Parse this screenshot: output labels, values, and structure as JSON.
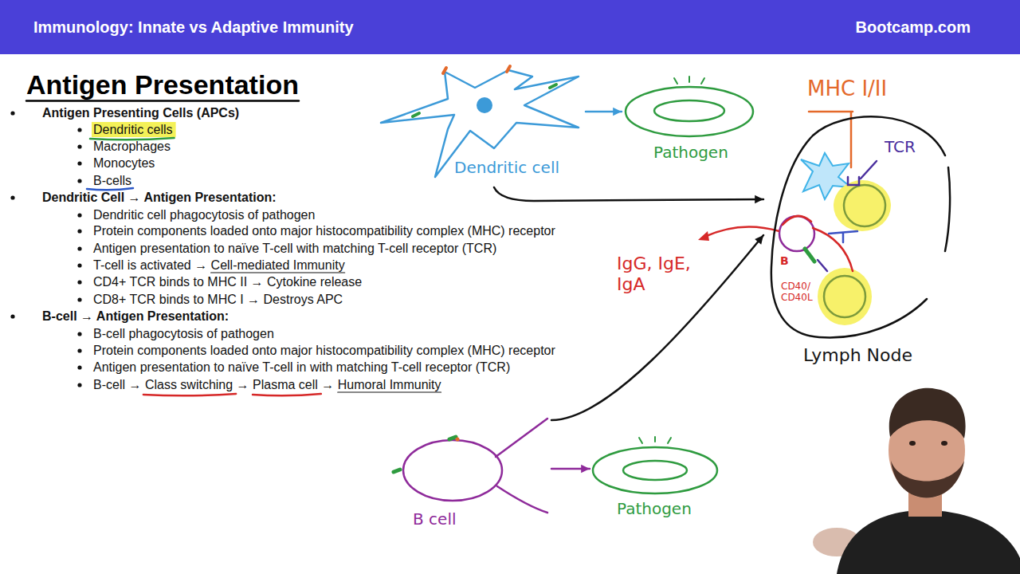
{
  "diagram": {
    "title": "Antigen Presentation",
    "nodes": [
      {
        "text": [
          "Dendritic cell"
        ]
      },
      {
        "text": [
          "Pathogen"
        ]
      },
      {
        "text": [
          "Lymph Node"
        ]
      },
      {
        "text": [
          "B cell"
        ]
      },
      {
        "text": [
          "Pathogen"
        ]
      }
    ],
    "edges": [
      {
        "from": 0,
        "to": 1,
        "arrow": "to"
      },
      {
        "from": 0,
        "to": 2,
        "arrow": "to"
      },
      {
        "from": 3,
        "to": 4,
        "arrow": "to"
      },
      {
        "from": 3,
        "to": 2,
        "arrow": "to"
      }
    ],
    "labels": [
      "Immunology: Innate vs Adaptive Immunity",
      "Bootcamp.com",
      "Antigen Presenting Cells (APCs)",
      "Dendritic cells",
      "Macrophages",
      "Monocytes",
      "B-cells",
      "Dendritic Cell → Antigen Presentation:",
      "Dendritic cell phagocytosis of pathogen",
      "Protein components loaded onto major histocompatibility complex (MHC) receptor",
      "Antigen presentation to naïve T-cell with matching T-cell receptor (TCR)",
      "T-cell is activated → Cell-mediated Immunity",
      "CD4+ TCR binds to MHC II → Cytokine release",
      "CD8+ TCR binds to MHC I → Destroys APC",
      "B-cell → Antigen Presentation:",
      "B-cell phagocytosis of pathogen",
      "Protein components loaded onto major histocompatibility complex (MHC) receptor",
      "Antigen presentation to naïve T-cell in with matching T-cell receptor (TCR)",
      "B-cell → Class switching → Plasma cell → Humoral Immunity",
      "MHC I/II",
      "TCR",
      "IgG, IgE, IgA",
      "B",
      "CD40/ CD40L"
    ]
  }
}
